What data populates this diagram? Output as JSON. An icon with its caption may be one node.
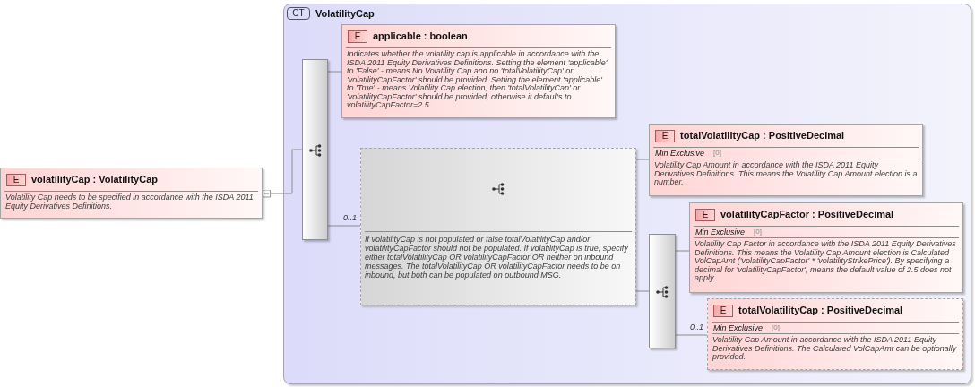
{
  "diagram": {
    "nodes": [
      {
        "text": [
          "E",
          "volatilityCap : VolatilityCap",
          "Volatility Cap needs to be specified in accordance with the ISDA 2011 Equity Derivatives Definitions."
        ]
      },
      {
        "text": [
          "CT",
          "VolatilityCap"
        ]
      },
      {
        "text": [],
        "shape": "bar",
        "in": 1
      },
      {
        "text": [
          "E",
          "applicable : boolean",
          "Indicates whether the volatility cap is applicable in accordance with the ISDA 2011 Equity Derivatives Definitions. Setting the element 'applicable' to 'False' - means No Volatility Cap and no 'totalVolatilityCap' or 'volatilityCapFactor' should be provided. Setting the element 'applicable' to 'True' - means Volatility Cap election, then 'totalVolatilityCap' or 'volatilityCapFactor' should be provided, otherwise it defaults to volatilityCapFactor=2.5."
        ],
        "in": 1
      },
      {
        "text": [
          "If volatilityCap is not populated or false totalVolatilityCap and/or volatilityCapFactor should not be populated. If volatilityCap is true, specify either totalVolatilityCap OR volatilityCapFactor OR neither on inbound messages. The totalVolatilityCap OR volatilityCapFactor needs to be on inbound, but both can be populated on outbound MSG."
        ],
        "in": 1
      },
      {
        "text": [
          "E",
          "totalVolatilityCap : PositiveDecimal",
          "Min Exclusive",
          "[0]",
          "Volatility Cap Amount in accordance with the ISDA 2011 Equity Derivatives Definitions. This means the Volatility Cap Amount election is a number."
        ],
        "in": 1
      },
      {
        "text": [],
        "shape": "bar",
        "in": 1
      },
      {
        "text": [
          "E",
          "volatilityCapFactor : PositiveDecimal",
          "Min Exclusive",
          "[0]",
          "Volatility Cap Factor in accordance with the ISDA 2011 Equity Derivatives Definitions. This means the Volatility Cap Amount election is Calculated VolCapAmt ('volatilityCapFactor' * 'volatilityStrikePrice'). By specifying a decimal for 'volatilityCapFactor', means the default value of 2.5 does not apply."
        ],
        "in": 1
      },
      {
        "text": [
          "E",
          "totalVolatilityCap : PositiveDecimal",
          "Min Exclusive",
          "[0]",
          "Volatility Cap Amount in accordance with the ISDA 2011 Equity Derivatives Definitions. The Calculated VolCapAmt can be optionally provided."
        ],
        "in": 1
      }
    ],
    "edges": [
      {
        "from": 0,
        "to": 2,
        "arrow": "other"
      },
      {
        "from": 2,
        "to": 3,
        "arrow": "none"
      },
      {
        "from": 2,
        "to": 4,
        "arrow": "none",
        "label": "0..1"
      },
      {
        "from": 4,
        "to": 5,
        "arrow": "none"
      },
      {
        "from": 4,
        "to": 6,
        "arrow": "none"
      },
      {
        "from": 6,
        "to": 7,
        "arrow": "none"
      },
      {
        "from": 6,
        "to": 8,
        "arrow": "none",
        "label": "0..1"
      }
    ]
  }
}
